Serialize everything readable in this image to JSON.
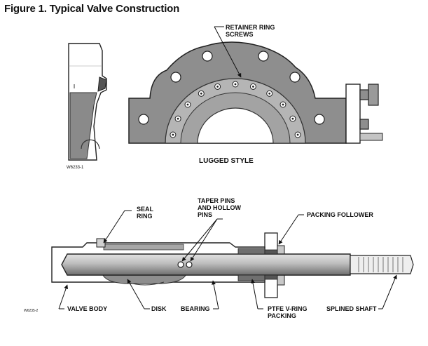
{
  "figure": {
    "title": "Figure 1. Typical Valve Construction"
  },
  "top_view": {
    "image_code": "W6233-1",
    "style_caption": "LUGGED STYLE",
    "callouts": {
      "retainer_ring_screws": [
        "RETAINER RING",
        "SCREWS"
      ]
    }
  },
  "bottom_view": {
    "image_code": "W6235-2",
    "callouts": {
      "seal_ring": [
        "SEAL",
        "RING"
      ],
      "taper_pins": [
        "TAPER PINS",
        "AND HOLLOW",
        "PINS"
      ],
      "packing_follower": [
        "PACKING FOLLOWER"
      ],
      "valve_body": [
        "VALVE BODY"
      ],
      "disk": [
        "DISK"
      ],
      "bearing": [
        "BEARING"
      ],
      "ptfe_packing": [
        "PTFE V-RING",
        "PACKING"
      ],
      "splined_shaft": [
        "SPLINED SHAFT"
      ]
    }
  },
  "colors": {
    "metal": "#8e8e8e",
    "metal_dark": "#5a5a5a",
    "metal_light": "#c7c7c7",
    "line": "#111111"
  }
}
